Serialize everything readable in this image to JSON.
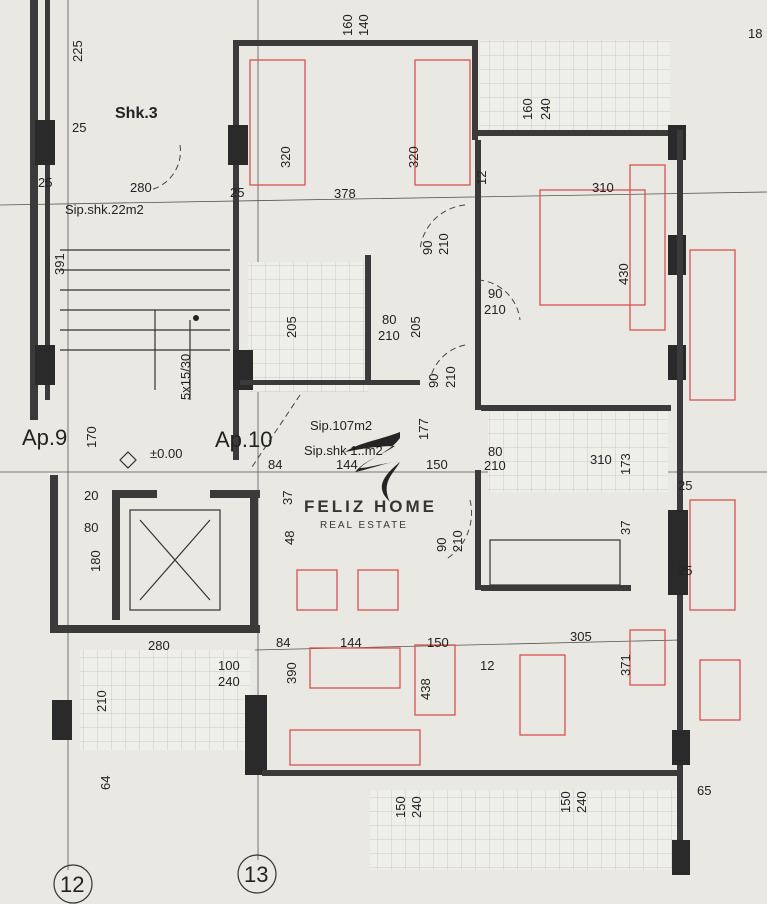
{
  "title": "Floor plan - Ap.10",
  "labels": {
    "shk3": "Shk.3",
    "sip_shk_22": "Sip.shk.22m2",
    "ap9": "Ap.9",
    "ap10": "Ap.10",
    "level": "±0.00",
    "sip_107": "Sip.107m2",
    "sip_shk": "Sip.shk 1..m2",
    "stairs": "5x15/30",
    "axis_12": "12",
    "axis_13": "13",
    "corner_18": "18"
  },
  "watermark": {
    "brand": "FELIZ HOME",
    "sub": "REAL ESTATE"
  },
  "dims": [
    "225",
    "160",
    "140",
    "160",
    "240",
    "25",
    "280",
    "378",
    "310",
    "25",
    "25",
    "320",
    "320",
    "12",
    "391",
    "90",
    "210",
    "430",
    "90",
    "210",
    "80",
    "210",
    "205",
    "205",
    "90",
    "210",
    "170",
    "177",
    "84",
    "144",
    "150",
    "80",
    "210",
    "310",
    "173",
    "25",
    "20",
    "80",
    "180",
    "37",
    "48",
    "90",
    "210",
    "37",
    "25",
    "280",
    "84",
    "144",
    "150",
    "12",
    "305",
    "100",
    "240",
    "390",
    "438",
    "371",
    "210",
    "64",
    "150",
    "240",
    "150",
    "240",
    "65"
  ],
  "colors": {
    "paper": "#e9e8e2",
    "wall": "#3a3a3a",
    "furniture": "#d9534f"
  }
}
